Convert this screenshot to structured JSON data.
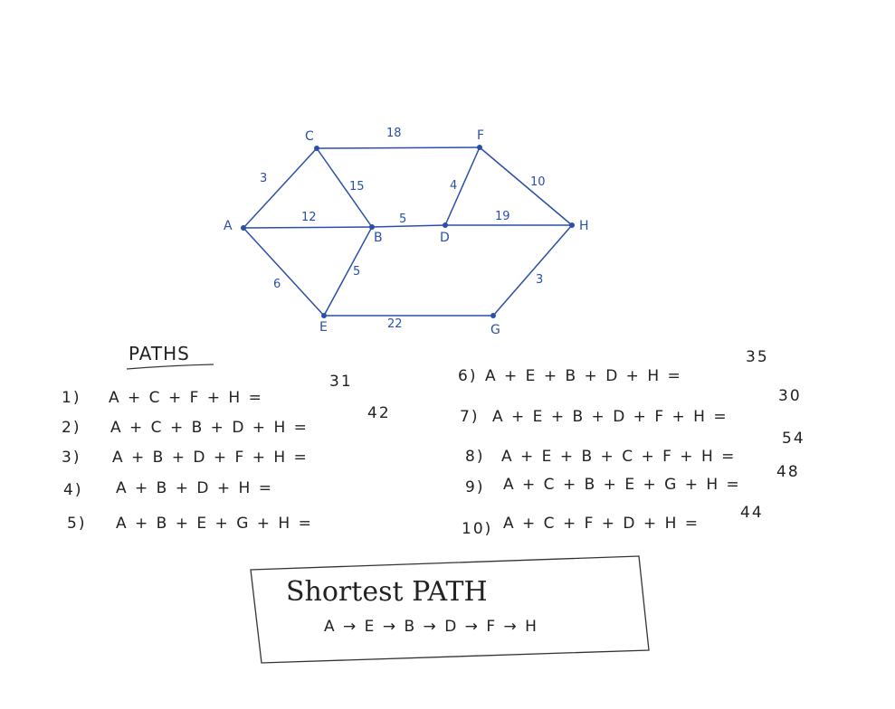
{
  "graph": {
    "nodes": [
      {
        "id": "A",
        "label": "A"
      },
      {
        "id": "B",
        "label": "B"
      },
      {
        "id": "C",
        "label": "C"
      },
      {
        "id": "D",
        "label": "D"
      },
      {
        "id": "E",
        "label": "E"
      },
      {
        "id": "F",
        "label": "F"
      },
      {
        "id": "G",
        "label": "G"
      },
      {
        "id": "H",
        "label": "H"
      }
    ],
    "edges": [
      {
        "from": "A",
        "to": "C",
        "weight": "3"
      },
      {
        "from": "C",
        "to": "F",
        "weight": "18"
      },
      {
        "from": "C",
        "to": "B",
        "weight": "15"
      },
      {
        "from": "F",
        "to": "D",
        "weight": "4"
      },
      {
        "from": "F",
        "to": "H",
        "weight": "10"
      },
      {
        "from": "A",
        "to": "B",
        "weight": "12"
      },
      {
        "from": "B",
        "to": "D",
        "weight": "5"
      },
      {
        "from": "D",
        "to": "H",
        "weight": "19"
      },
      {
        "from": "A",
        "to": "E",
        "weight": "6"
      },
      {
        "from": "E",
        "to": "B",
        "weight": "5"
      },
      {
        "from": "E",
        "to": "G",
        "weight": "22"
      },
      {
        "from": "G",
        "to": "H",
        "weight": "3"
      }
    ]
  },
  "paths_heading": "PATHS",
  "paths_left": [
    {
      "num": "1)",
      "expr": "A + C + F + H =",
      "total": "31"
    },
    {
      "num": "2)",
      "expr": "A + C + B + D + H =",
      "total": "42"
    },
    {
      "num": "3)",
      "expr": "A + B + D + F + H =",
      "total": ""
    },
    {
      "num": "4)",
      "expr": "A + B + D + H =",
      "total": ""
    },
    {
      "num": "5)",
      "expr": "A + B + E + G + H =",
      "total": ""
    }
  ],
  "paths_right": [
    {
      "num": "6)",
      "expr": "A + E + B + D + H =",
      "total": "35"
    },
    {
      "num": "7)",
      "expr": "A + E + B + D + F + H =",
      "total": "30"
    },
    {
      "num": "8)",
      "expr": "A + E + B + C + F + H =",
      "total": "54"
    },
    {
      "num": "9)",
      "expr": "A + C + B + E + G + H =",
      "total": "48"
    },
    {
      "num": "10)",
      "expr": "A + C + F + D + H =",
      "total": "44"
    }
  ],
  "shortest": {
    "title": "Shortest PATH",
    "route": "A → E → B → D → F → H"
  }
}
